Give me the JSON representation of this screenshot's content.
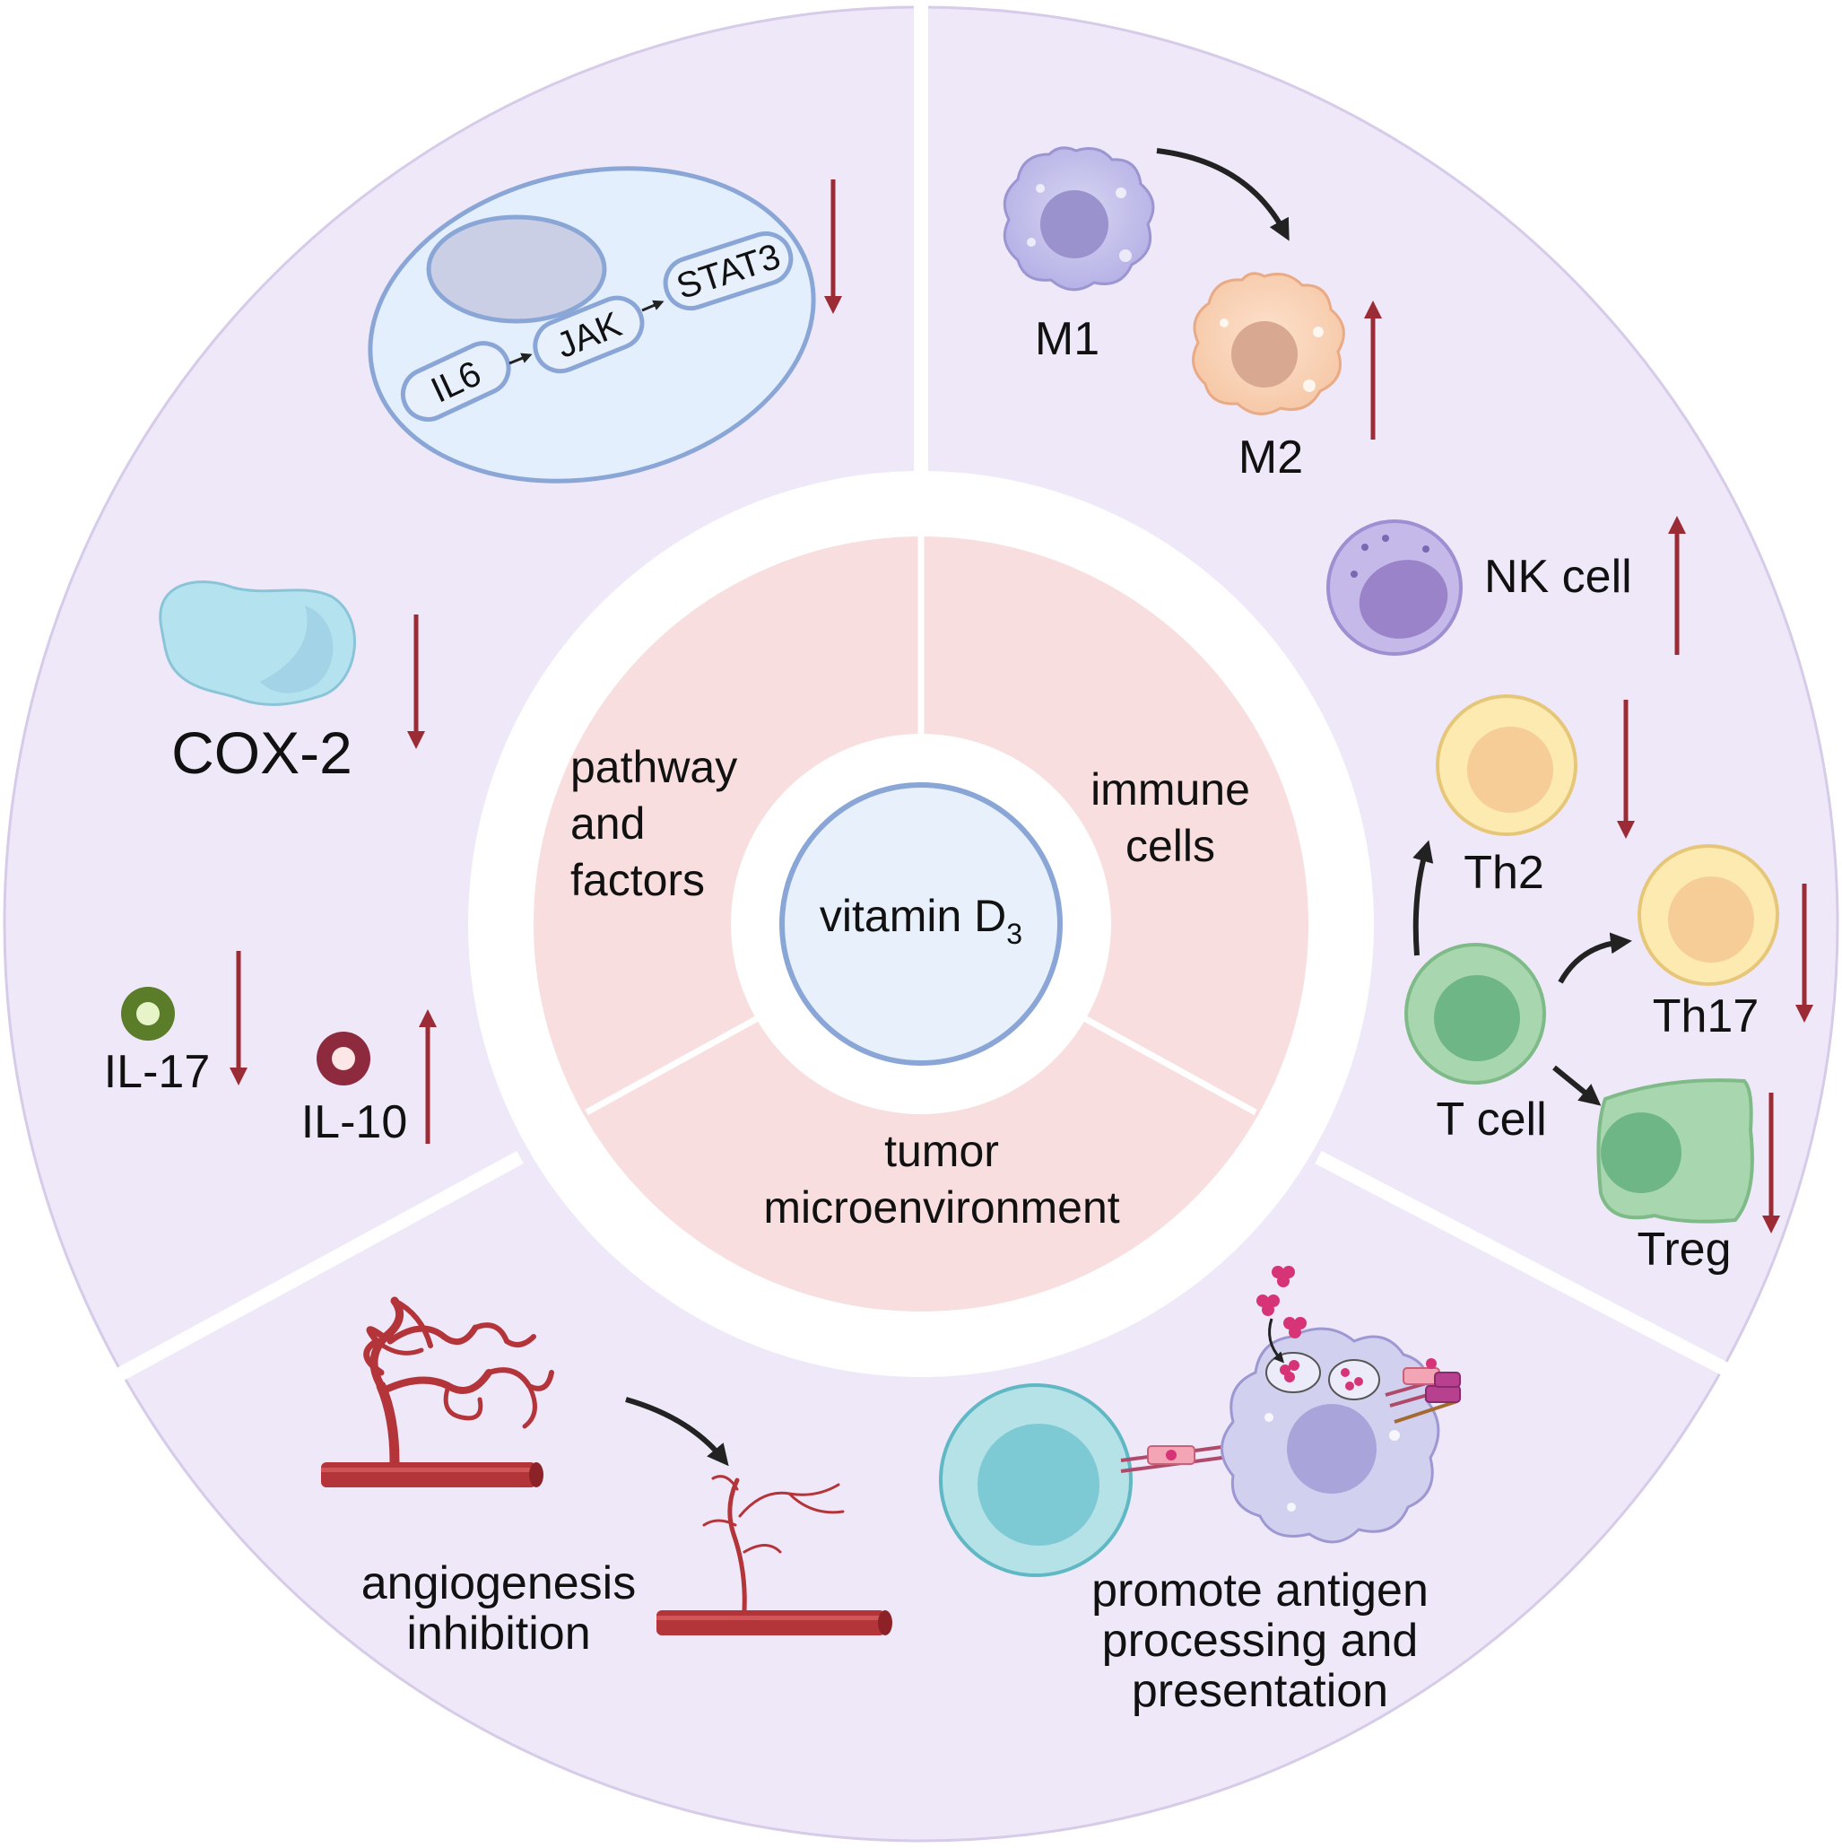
{
  "center": {
    "label": "vitamin D",
    "subscript": "3"
  },
  "inner_sections": [
    {
      "lines": [
        "pathway",
        "and",
        "factors"
      ]
    },
    {
      "lines": [
        "immune",
        "cells"
      ]
    },
    {
      "lines": [
        "tumor",
        "microenvironment"
      ]
    }
  ],
  "pathway": {
    "steps": [
      "IL6",
      "JAK",
      "STAT3"
    ],
    "trend": "down"
  },
  "factors": {
    "cox2": {
      "label": "COX-2",
      "trend": "down"
    },
    "il17": {
      "label": "IL-17",
      "trend": "down"
    },
    "il10": {
      "label": "IL-10",
      "trend": "up"
    }
  },
  "immune": {
    "m1": "M1",
    "m2": "M2",
    "m2_trend": "up",
    "nk": "NK cell",
    "nk_trend": "up",
    "th2": "Th2",
    "th2_trend": "down",
    "th17": "Th17",
    "th17_trend": "down",
    "tcell": "T cell",
    "treg": "Treg",
    "treg_trend": "down"
  },
  "tumor": {
    "angiogenesis": [
      "angiogenesis",
      "inhibition"
    ],
    "antigen": [
      "promote antigen",
      "processing and",
      "presentation"
    ]
  },
  "colors": {
    "outer_ring": "#efe8f8",
    "inner_ring": "#f8dede",
    "center_fill": "#e7f0fb",
    "center_stroke": "#8aa6d6",
    "arrow_red": "#9b2b35",
    "arrow_black": "#222222",
    "vessel": "#b3353a"
  }
}
